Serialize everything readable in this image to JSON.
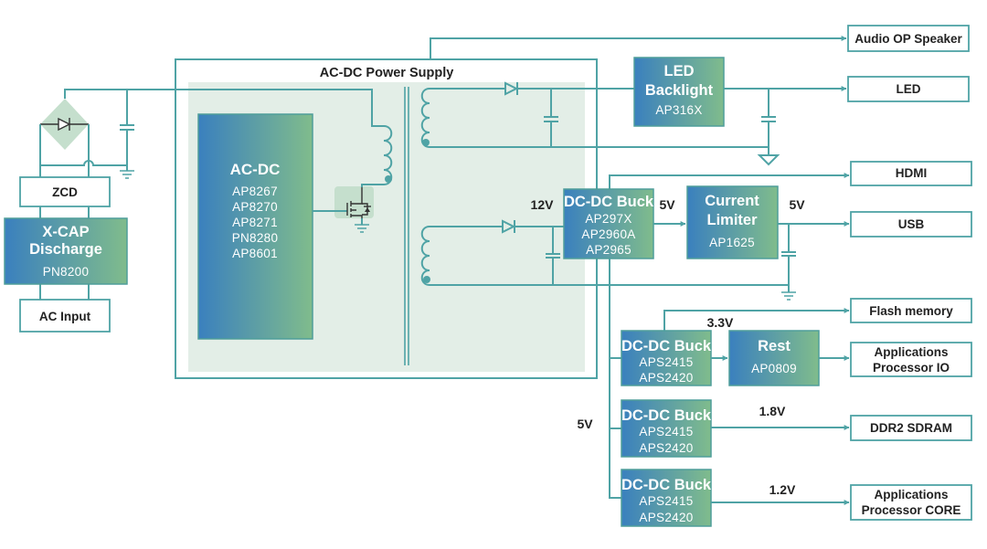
{
  "colors": {
    "line": "#4fa3a5",
    "chip_border": "#4f9e9a",
    "chip_gradient_start": "#3a80be",
    "chip_gradient_end": "#80bc8c",
    "shaded_region": "#e3eee7",
    "component_fill": "#c5dfcd",
    "text_dark": "#222222",
    "text_light": "#ffffff"
  },
  "power_supply_group": {
    "title": "AC-DC Power Supply"
  },
  "blocks": {
    "xcap": {
      "title_lines": [
        "X-CAP",
        "Discharge"
      ],
      "parts": [
        "PN8200"
      ]
    },
    "acdc": {
      "title": "AC-DC",
      "parts": [
        "AP8267",
        "AP8270",
        "AP8271",
        "PN8280",
        "AP8601"
      ]
    },
    "led_backlight": {
      "title_lines": [
        "LED",
        "Backlight"
      ],
      "parts": [
        "AP316X"
      ]
    },
    "dcdc_main": {
      "title": "DC-DC Buck",
      "parts": [
        "AP297X",
        "AP2960A",
        "AP2965"
      ]
    },
    "current_limiter": {
      "title_lines": [
        "Current",
        "Limiter"
      ],
      "parts": [
        "AP1625"
      ]
    },
    "dcdc_io": {
      "title": "DC-DC Buck",
      "parts": [
        "APS2415",
        "APS2420"
      ]
    },
    "reset": {
      "title": "Rest",
      "parts": [
        "AP0809"
      ]
    },
    "dcdc_ddr": {
      "title": "DC-DC Buck",
      "parts": [
        "APS2415",
        "APS2420"
      ]
    },
    "dcdc_core": {
      "title": "DC-DC Buck",
      "parts": [
        "APS2415",
        "APS2420"
      ]
    }
  },
  "inputs": {
    "zcd": "ZCD",
    "ac_input": "AC Input"
  },
  "outputs": {
    "audio": "Audio OP Speaker",
    "led": "LED",
    "hdmi": "HDMI",
    "usb": "USB",
    "flash": "Flash memory",
    "app_io": [
      "Applications",
      "Processor IO"
    ],
    "ddr2": "DDR2 SDRAM",
    "app_core": [
      "Applications",
      "Processor CORE"
    ]
  },
  "voltages": {
    "secondary": "12V",
    "buck_out": "5V",
    "limiter_out": "5V",
    "io_rail": "3.3V",
    "bus": "5V",
    "ddr_rail": "1.8V",
    "core_rail": "1.2V"
  }
}
